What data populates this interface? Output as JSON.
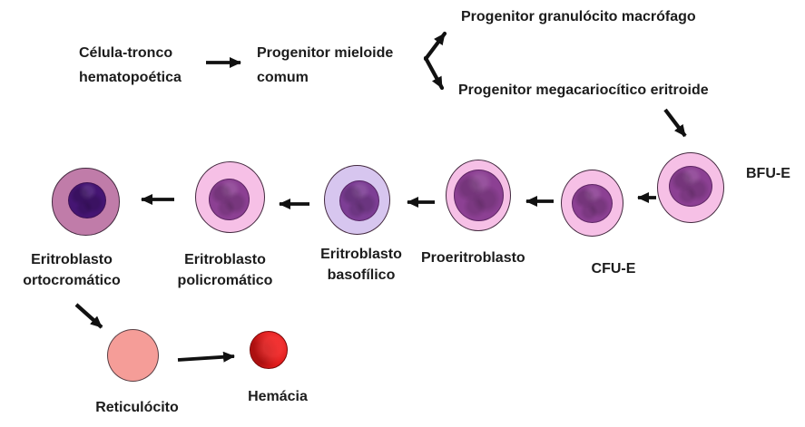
{
  "nodes": {
    "stem_cell": {
      "line1": "Célula-tronco",
      "line2": "hematopoética"
    },
    "myeloid_progenitor": {
      "line1": "Progenitor mieloide",
      "line2": "comum"
    },
    "granulocyte_macrophage_progenitor": {
      "label": "Progenitor granulócito macrófago"
    },
    "megakaryocyte_erythroid_progenitor": {
      "label": "Progenitor megacariocítico eritroide"
    },
    "bfu_e": {
      "label": "BFU-E"
    },
    "cfu_e": {
      "label": "CFU-E"
    },
    "proerythroblast": {
      "label": "Proeritroblasto"
    },
    "basophilic_erythroblast": {
      "line1": "Eritroblasto",
      "line2": "basofílico"
    },
    "polychromatic_erythroblast": {
      "line1": "Eritroblasto",
      "line2": "policromático"
    },
    "orthochromatic_erythroblast": {
      "line1": "Eritroblasto",
      "line2": "ortocromático"
    },
    "reticulocyte": {
      "label": "Reticulócito"
    },
    "red_blood_cell": {
      "label": "Hemácia"
    }
  },
  "colors": {
    "text": "#1c1c1c",
    "arrow": "#111111",
    "cell_outline": "#43293f",
    "cytoplasm_pink": "#f6c0e6",
    "cytoplasm_lavender": "#d7c6ef",
    "cytoplasm_mauve": "#c07ca9",
    "nucleus_purple": "#8c4093",
    "nucleus_violet": "#7d3e95",
    "nucleus_dark": "#451573",
    "reticulocyte_fill": "#f59d98",
    "rbc_fill": "#df1a1a"
  }
}
